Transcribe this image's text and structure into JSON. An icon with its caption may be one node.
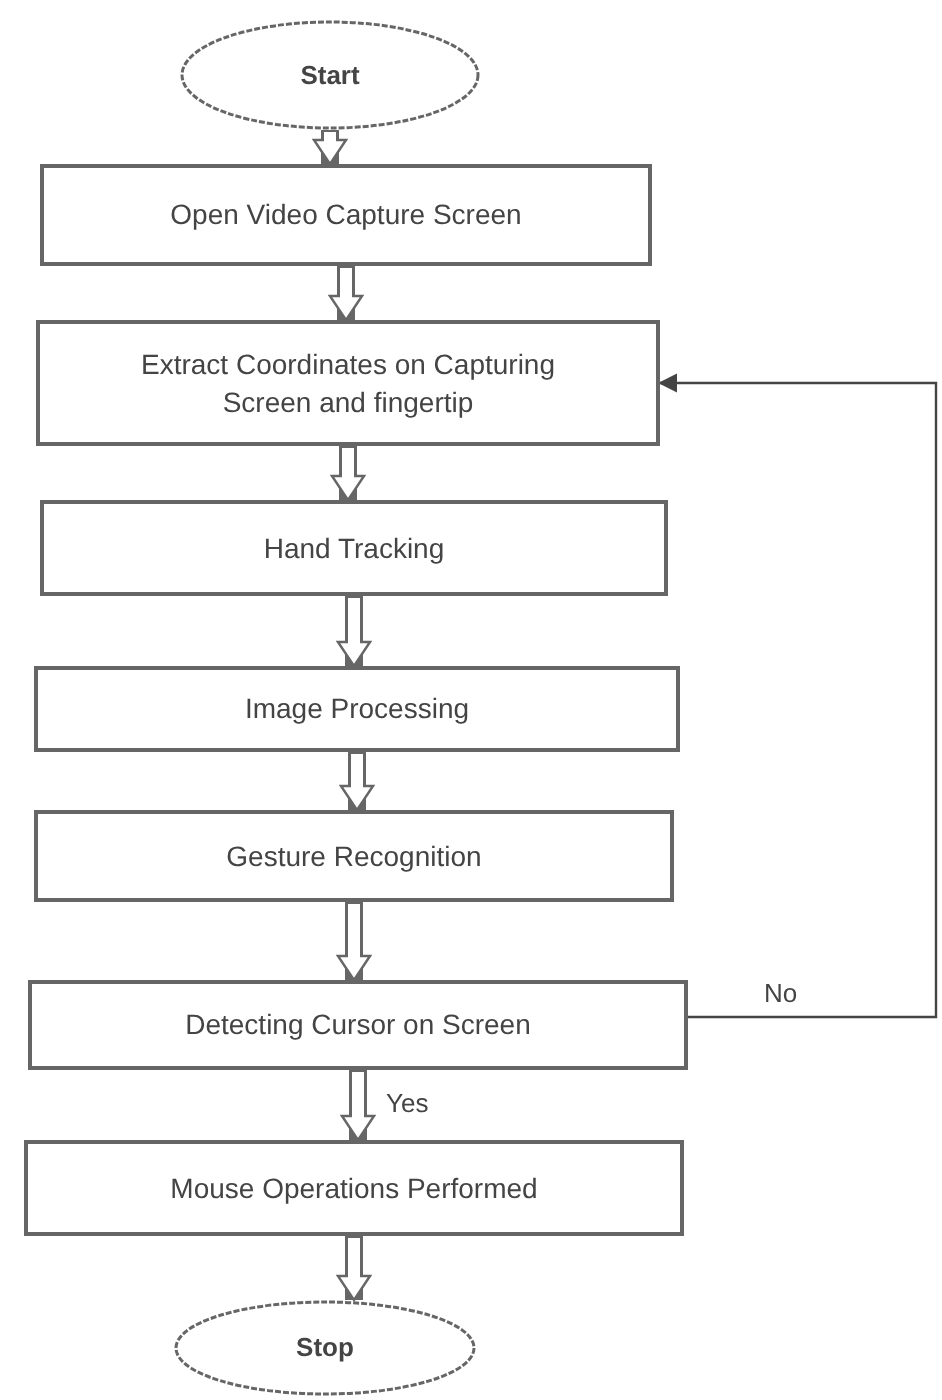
{
  "diagram": {
    "nodes": [
      {
        "text": [
          "Start"
        ]
      },
      {
        "text": [
          "Open Video Capture Screen"
        ]
      },
      {
        "text": [
          "Extract Coordinates on Capturing Screen and fingertip"
        ]
      },
      {
        "text": [
          "Hand Tracking"
        ]
      },
      {
        "text": [
          "Image Processing"
        ]
      },
      {
        "text": [
          "Gesture Recognition"
        ]
      },
      {
        "text": [
          "Detecting Cursor on Screen"
        ]
      },
      {
        "text": [
          "Mouse Operations Performed"
        ]
      },
      {
        "text": [
          "Stop"
        ]
      }
    ],
    "edges": [
      {
        "from": 0,
        "to": 1,
        "arrow": "to"
      },
      {
        "from": 1,
        "to": 2,
        "arrow": "to"
      },
      {
        "from": 2,
        "to": 3,
        "arrow": "to"
      },
      {
        "from": 3,
        "to": 4,
        "arrow": "to"
      },
      {
        "from": 4,
        "to": 5,
        "arrow": "to"
      },
      {
        "from": 5,
        "to": 6,
        "arrow": "to"
      },
      {
        "from": 6,
        "to": 7,
        "arrow": "to",
        "label": "Yes"
      },
      {
        "from": 7,
        "to": 8,
        "arrow": "to"
      },
      {
        "from": 6,
        "to": 2,
        "arrow": "to",
        "label": "No"
      }
    ]
  }
}
